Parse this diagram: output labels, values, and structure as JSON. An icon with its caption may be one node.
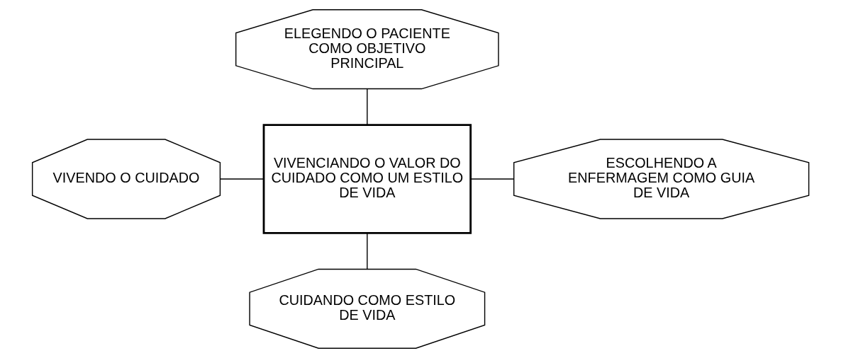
{
  "diagram": {
    "nodes": [
      {
        "text": [
          "ELEGENDO O PACIENTE COMO OBJETIVO PRINCIPAL"
        ]
      },
      {
        "text": [
          "VIVENDO O CUIDADO"
        ]
      },
      {
        "text": [
          "VIVENCIANDO O VALOR DO CUIDADO COMO UM ESTILO DE VIDA"
        ]
      },
      {
        "text": [
          "ESCOLHENDO A ENFERMAGEM COMO GUIA DE VIDA"
        ]
      },
      {
        "text": [
          "CUIDANDO COMO ESTILO DE VIDA"
        ]
      }
    ],
    "edges": [
      {
        "from": 0,
        "to": 2,
        "arrow": "none"
      },
      {
        "from": 1,
        "to": 2,
        "arrow": "none"
      },
      {
        "from": 2,
        "to": 3,
        "arrow": "none"
      },
      {
        "from": 2,
        "to": 4,
        "arrow": "none"
      }
    ]
  }
}
